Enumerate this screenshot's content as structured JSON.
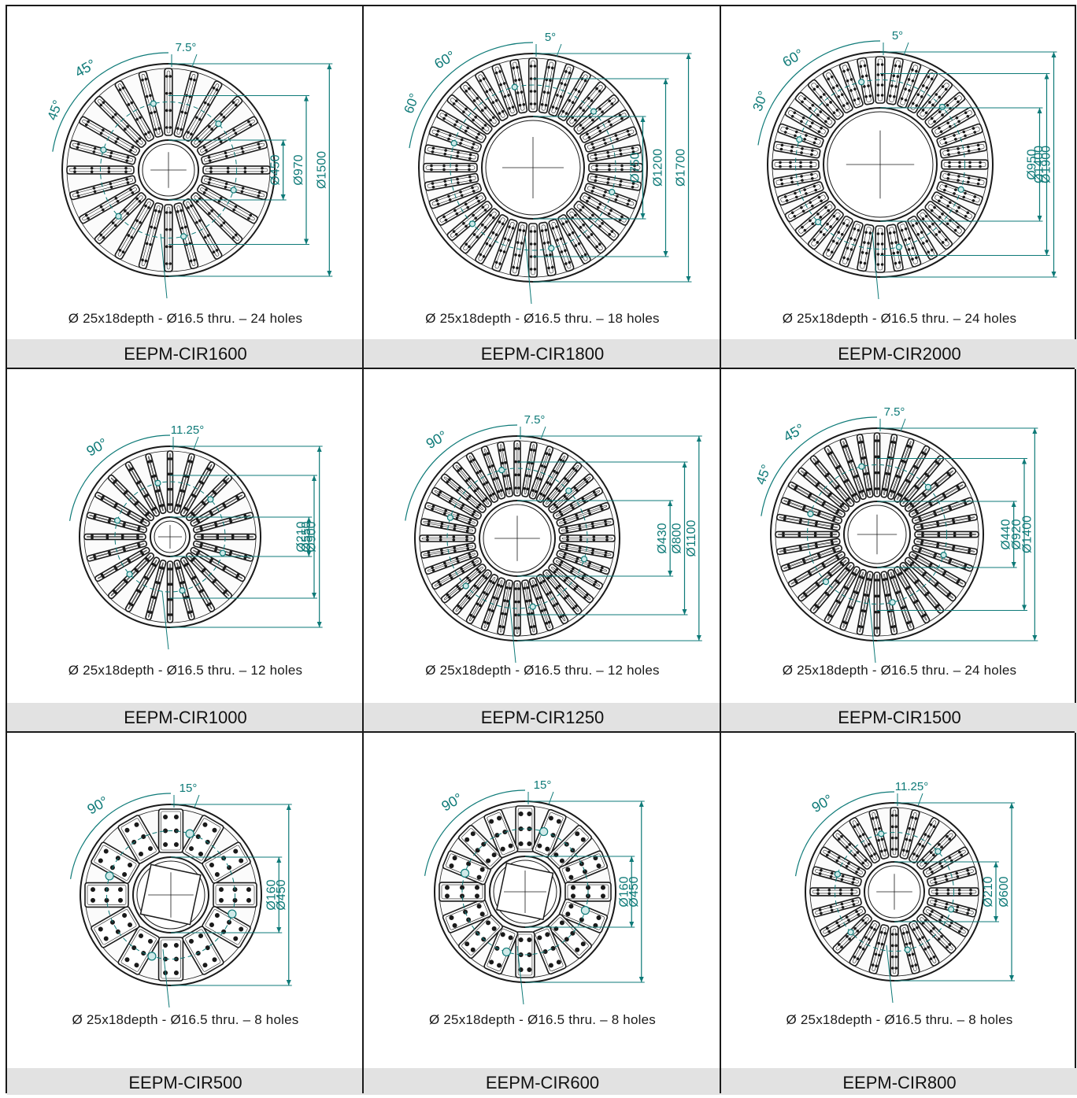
{
  "colors": {
    "dimension": "#0e7a78",
    "outline": "#1a1a1a",
    "label_bar": "#e2e2e2"
  },
  "cells": [
    {
      "model": "EEPM-CIR1600",
      "caption": "Ø 25x18depth - Ø16.5 thru. – 24 holes",
      "dims": [
        "Ø450",
        "Ø970",
        "Ø1500"
      ],
      "angles": [
        "45°",
        "45°",
        "7.5°"
      ],
      "slots": 24
    },
    {
      "model": "EEPM-CIR1800",
      "caption": "Ø 25x18depth - Ø16.5 thru. – 18 holes",
      "dims": [
        "Ø750",
        "Ø1200",
        "Ø1700"
      ],
      "angles": [
        "60°",
        "60°",
        "5°"
      ],
      "slots": 36
    },
    {
      "model": "EEPM-CIR2000",
      "caption": "Ø 25x18depth - Ø16.5 thru. – 24 holes",
      "dims": [
        "Ø950",
        "Ø1400",
        "Ø1900"
      ],
      "angles": [
        "60°",
        "30°",
        "5°"
      ],
      "slots": 36
    },
    {
      "model": "EEPM-CIR1000",
      "caption": "Ø 25x18depth - Ø16.5 thru. – 12 holes",
      "dims": [
        "Ø210",
        "Ø550",
        "Ø900"
      ],
      "angles": [
        "90°",
        "11.25°"
      ],
      "slots": 24
    },
    {
      "model": "EEPM-CIR1250",
      "caption": "Ø 25x18depth - Ø16.5 thru. – 12 holes",
      "dims": [
        "Ø430",
        "Ø800",
        "Ø1100"
      ],
      "angles": [
        "90°",
        "7.5°"
      ],
      "slots": 36
    },
    {
      "model": "EEPM-CIR1500",
      "caption": "Ø 25x18depth - Ø16.5 thru. – 24 holes",
      "dims": [
        "Ø440",
        "Ø920",
        "Ø1400"
      ],
      "angles": [
        "45°",
        "45°",
        "7.5°"
      ],
      "slots": 36
    },
    {
      "model": "EEPM-CIR500",
      "caption": "Ø 25x18depth - Ø16.5 thru. – 8 holes",
      "dims": [
        "Ø160",
        "Ø450"
      ],
      "angles": [
        "90°",
        "15°"
      ],
      "slots": 12
    },
    {
      "model": "EEPM-CIR600",
      "caption": "Ø 25x18depth - Ø16.5 thru. – 8 holes",
      "dims": [
        "Ø160",
        "Ø450"
      ],
      "angles": [
        "90°",
        "15°"
      ],
      "slots": 16
    },
    {
      "model": "EEPM-CIR800",
      "caption": "Ø 25x18depth - Ø16.5 thru. – 8 holes",
      "dims": [
        "Ø210",
        "Ø600"
      ],
      "angles": [
        "90°",
        "11.25°"
      ],
      "slots": 24
    }
  ]
}
